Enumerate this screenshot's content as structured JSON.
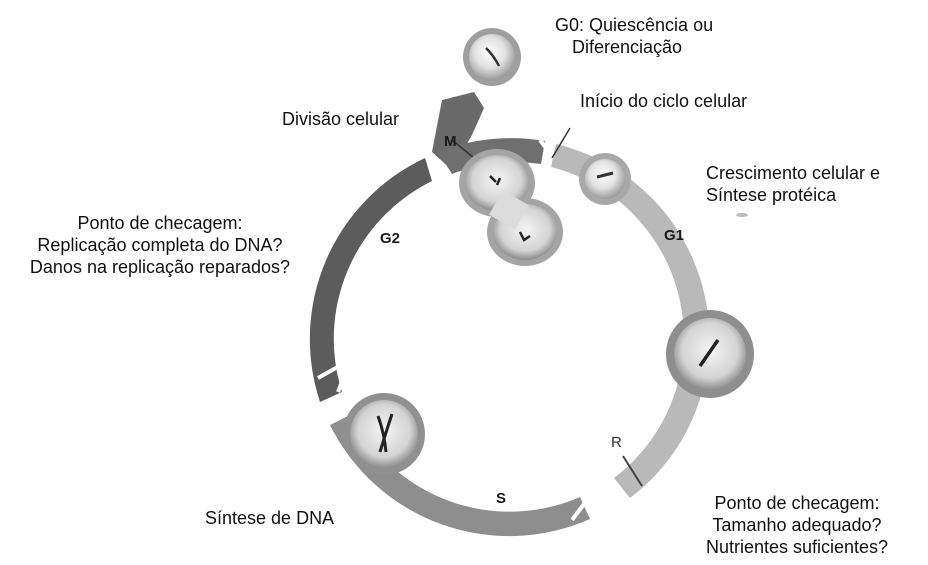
{
  "phases": {
    "m": "M",
    "g1": "G1",
    "s": "S",
    "g2": "G2",
    "r": "R"
  },
  "labels": {
    "g0": [
      "G0: Quiescência ou",
      "Diferenciação"
    ],
    "inicio": "Início do ciclo celular",
    "divisao": "Divisão celular",
    "crescimento": [
      "Crescimento celular e",
      "Síntese protéica"
    ],
    "checagem_g2": [
      "Ponto de checagem:",
      "Replicação completa do DNA?",
      "Danos na replicação reparados?"
    ],
    "sintese_dna": "Síntese de DNA",
    "checagem_g1": [
      "Ponto de checagem:",
      "Tamanho adequado?",
      "Nutrientes suficientes?"
    ]
  },
  "colors": {
    "m": "#6f6f6f",
    "g1": "#b9b9b9",
    "s": "#8e8e8e",
    "g2": "#5c5c5c",
    "cell_ring": "#8a8a8a",
    "cell_fill": "#e6e6e6"
  }
}
